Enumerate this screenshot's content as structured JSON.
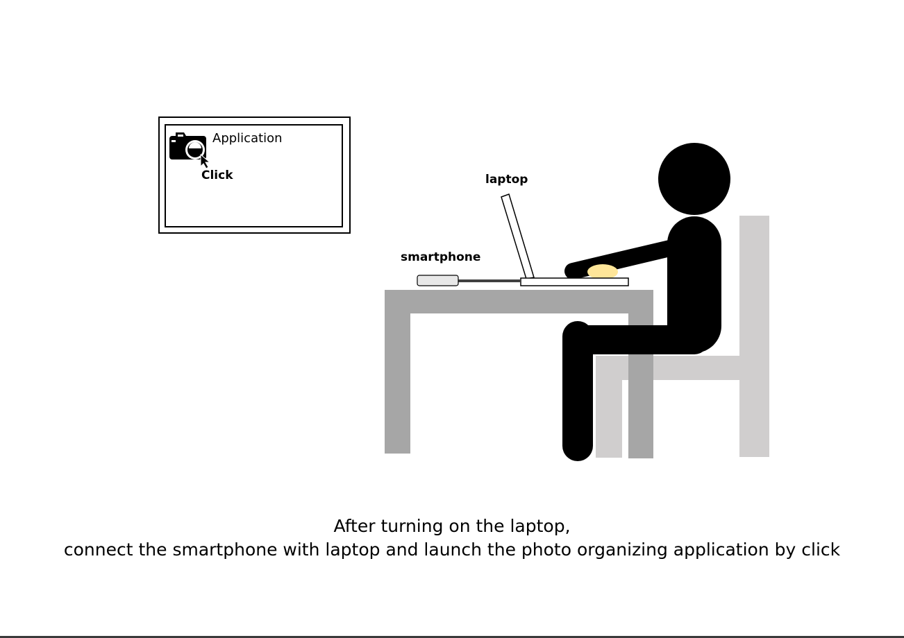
{
  "app_window": {
    "title": "Application",
    "click_label": "Click",
    "icon": "camera-icon",
    "cursor_icon": "mouse-cursor-icon"
  },
  "labels": {
    "laptop": "laptop",
    "smartphone": "smartphone"
  },
  "caption": {
    "line1": "After turning on the laptop,",
    "line2": "connect the smartphone with laptop and launch the photo organizing application by click"
  },
  "colors": {
    "table": "#a6a6a6",
    "chair": "#d0cece",
    "person": "#000000",
    "mouse": "#ffe699",
    "phone": "#e8e8e8",
    "cable": "#404040"
  }
}
